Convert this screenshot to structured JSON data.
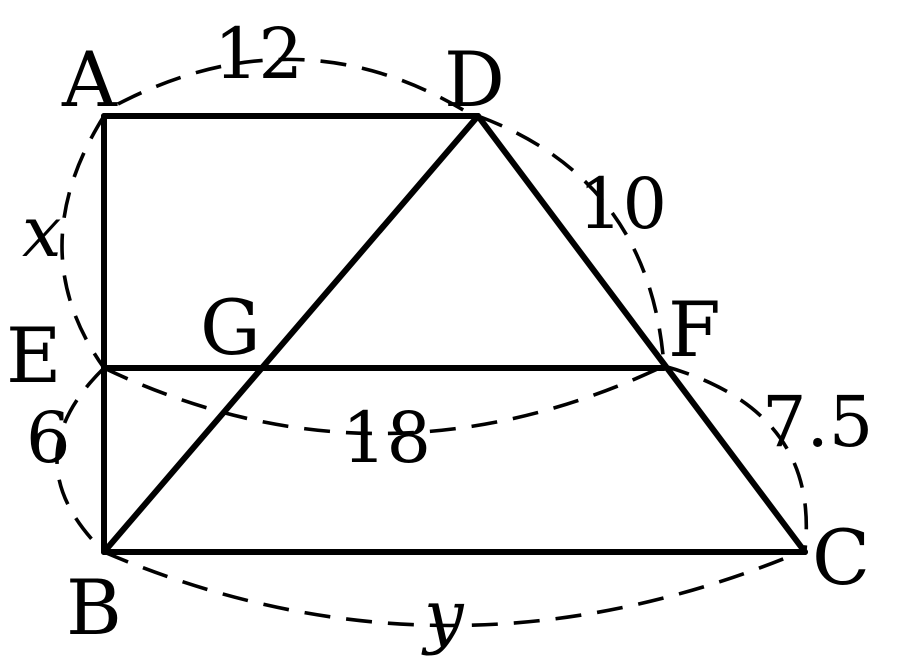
{
  "points": {
    "A": "A",
    "B": "B",
    "C": "C",
    "D": "D",
    "E": "E",
    "F": "F",
    "G": "G"
  },
  "measures": {
    "AD": "12",
    "DF": "10",
    "FC": "7.5",
    "AE": "x",
    "EB": "6",
    "EF": "18",
    "BC": "y"
  }
}
